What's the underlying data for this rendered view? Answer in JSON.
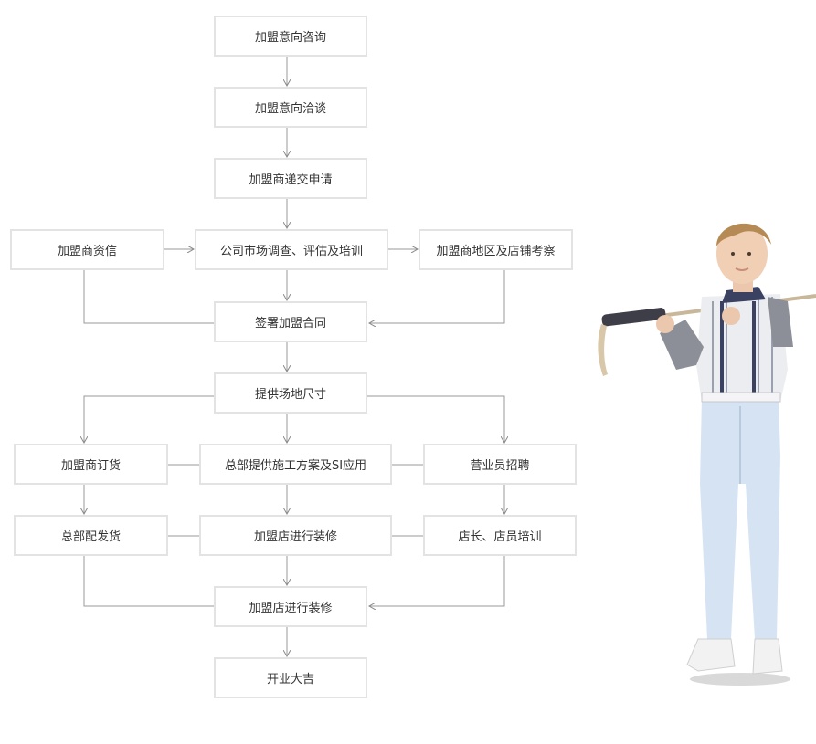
{
  "steps": {
    "s1": "加盟意向咨询",
    "s2": "加盟意向洽谈",
    "s3": "加盟商递交申请",
    "credit": "加盟商资信",
    "survey": "公司市场调查、评估及培训",
    "inspect": "加盟商地区及店铺考察",
    "sign": "签署加盟合同",
    "site": "提供场地尺寸",
    "order": "加盟商订货",
    "design": "总部提供施工方案及SI应用",
    "hire": "营业员招聘",
    "ship": "总部配发货",
    "decorate": "加盟店进行装修",
    "train": "店长、店员培训",
    "decorate2": "加盟店进行装修",
    "open": "开业大吉"
  },
  "colors": {
    "box_border": "#e3e3e3",
    "line": "#8a8a8a",
    "text": "#333333"
  },
  "figure": {
    "icon": "child-golfer-photo"
  }
}
